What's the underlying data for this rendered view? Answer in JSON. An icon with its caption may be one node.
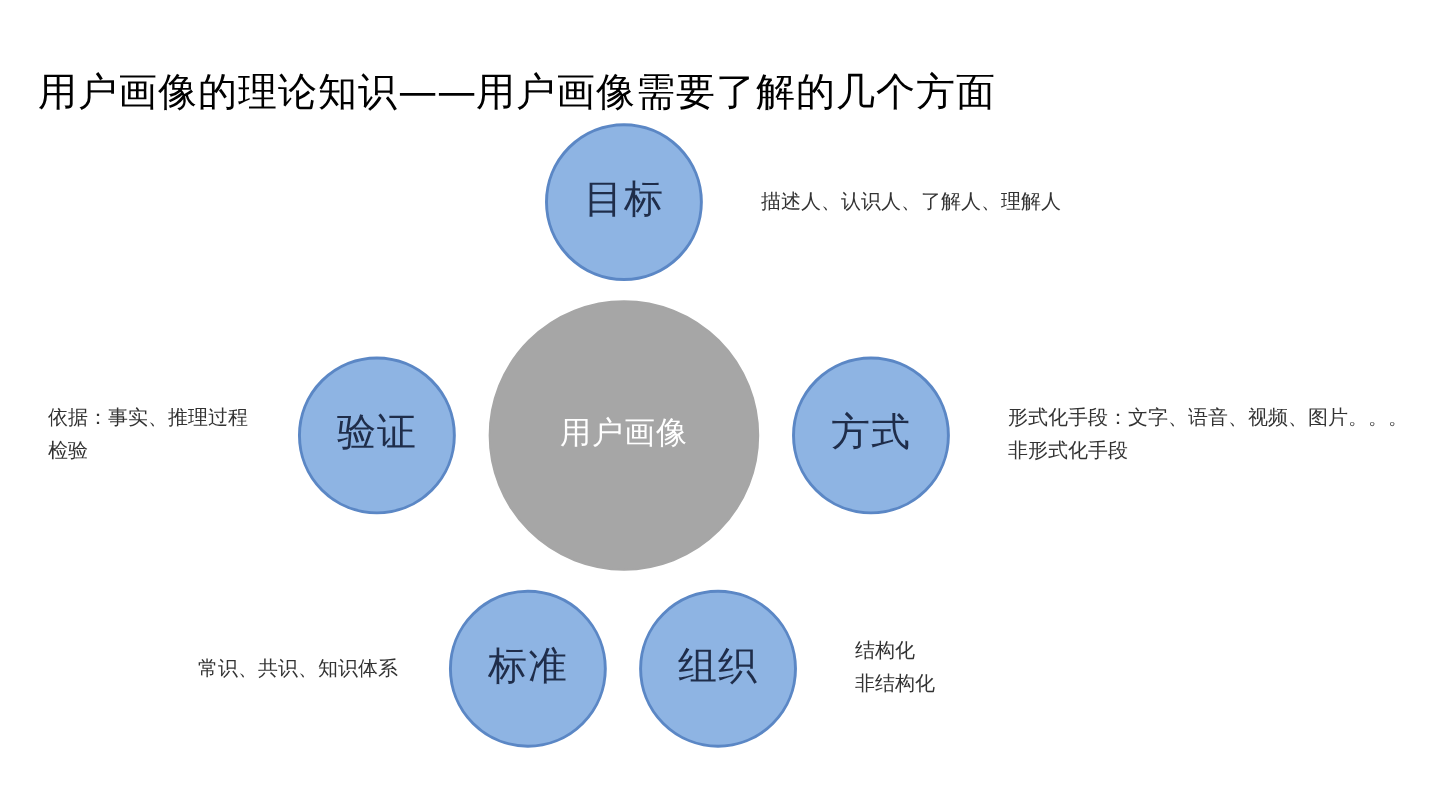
{
  "diagram": {
    "title": "用户画像的理论知识——用户画像需要了解的几个方面",
    "nodes": [
      {
        "text": [
          "目标"
        ],
        "beside": [
          "描述人、认识人、了解人、理解人"
        ]
      },
      {
        "text": [
          "验证"
        ],
        "beside": [
          "依据：事实、推理过程",
          "检验"
        ]
      },
      {
        "text": [
          "用户画像"
        ]
      },
      {
        "text": [
          "方式"
        ],
        "beside": [
          "形式化手段：文字、语音、视频、图片。。。",
          "非形式化手段"
        ]
      },
      {
        "text": [
          "标准"
        ],
        "beside": [
          "常识、共识、知识体系"
        ]
      },
      {
        "text": [
          "组织"
        ],
        "beside": [
          "结构化",
          "非结构化"
        ]
      }
    ],
    "edges": []
  }
}
